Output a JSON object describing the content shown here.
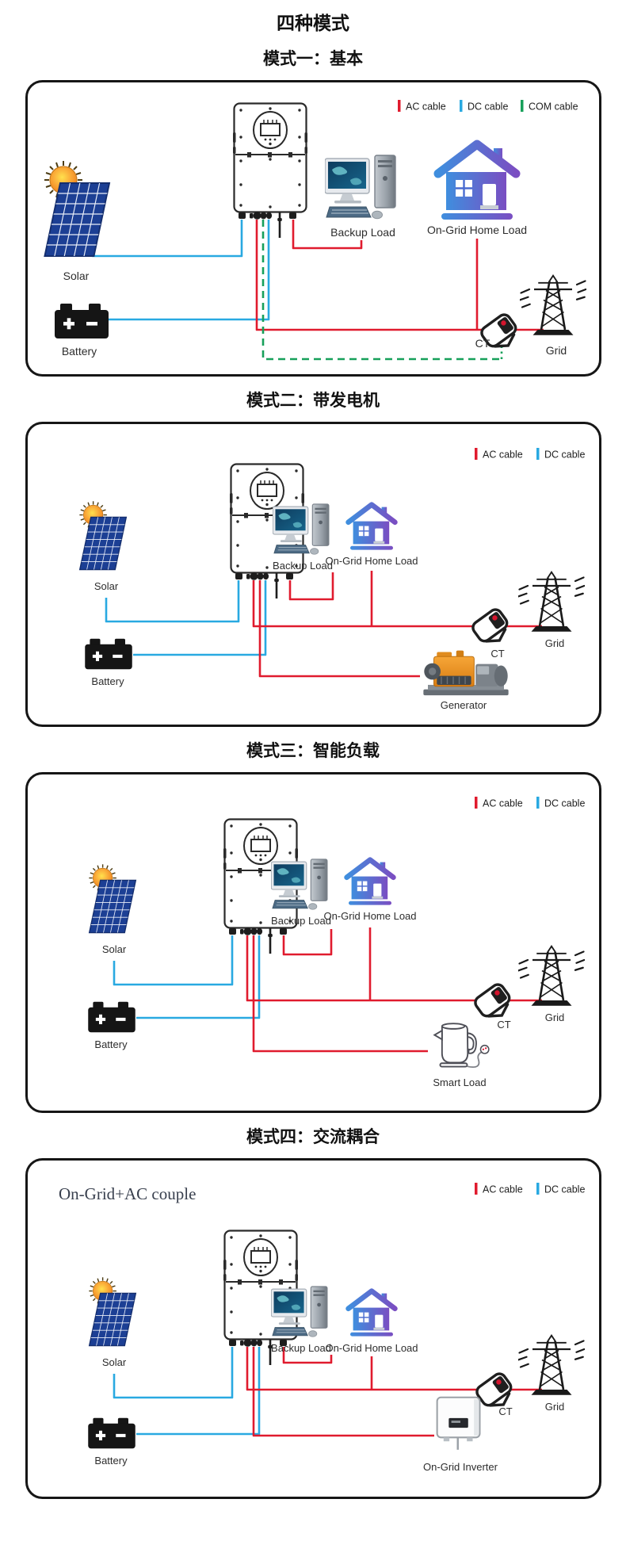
{
  "page": {
    "title": "四种模式"
  },
  "colors": {
    "ac_cable": "#e01b2e",
    "dc_cable": "#29a9e1",
    "com_cable": "#17a05a"
  },
  "sections": [
    {
      "title": "模式一：基本",
      "legend": [
        {
          "label": "AC cable",
          "color": "#e01b2e"
        },
        {
          "label": "DC cable",
          "color": "#29a9e1"
        },
        {
          "label": "COM cable",
          "color": "#17a05a"
        }
      ],
      "labels": {
        "solar": "Solar",
        "battery": "Battery",
        "backup_load": "Backup Load",
        "home_load": "On-Grid Home Load",
        "ct": "CT",
        "grid": "Grid"
      }
    },
    {
      "title": "模式二：带发电机",
      "legend": [
        {
          "label": "AC cable",
          "color": "#e01b2e"
        },
        {
          "label": "DC cable",
          "color": "#29a9e1"
        }
      ],
      "labels": {
        "solar": "Solar",
        "battery": "Battery",
        "backup_load": "Backup Load",
        "home_load": "On-Grid Home Load",
        "ct": "CT",
        "grid": "Grid",
        "generator": "Generator"
      }
    },
    {
      "title": "模式三：智能负载",
      "legend": [
        {
          "label": "AC cable",
          "color": "#e01b2e"
        },
        {
          "label": "DC cable",
          "color": "#29a9e1"
        }
      ],
      "labels": {
        "solar": "Solar",
        "battery": "Battery",
        "backup_load": "Backup Load",
        "home_load": "On-Grid Home Load",
        "ct": "CT",
        "grid": "Grid",
        "smart_load": "Smart Load"
      }
    },
    {
      "title": "模式四：交流耦合",
      "annotation": "On-Grid+AC couple",
      "legend": [
        {
          "label": "AC cable",
          "color": "#e01b2e"
        },
        {
          "label": "DC cable",
          "color": "#29a9e1"
        }
      ],
      "labels": {
        "solar": "Solar",
        "battery": "Battery",
        "backup_load": "Backup Load",
        "home_load": "On-Grid Home Load",
        "ct": "CT",
        "grid": "Grid",
        "ongrid_inverter": "On-Grid Inverter"
      }
    }
  ]
}
